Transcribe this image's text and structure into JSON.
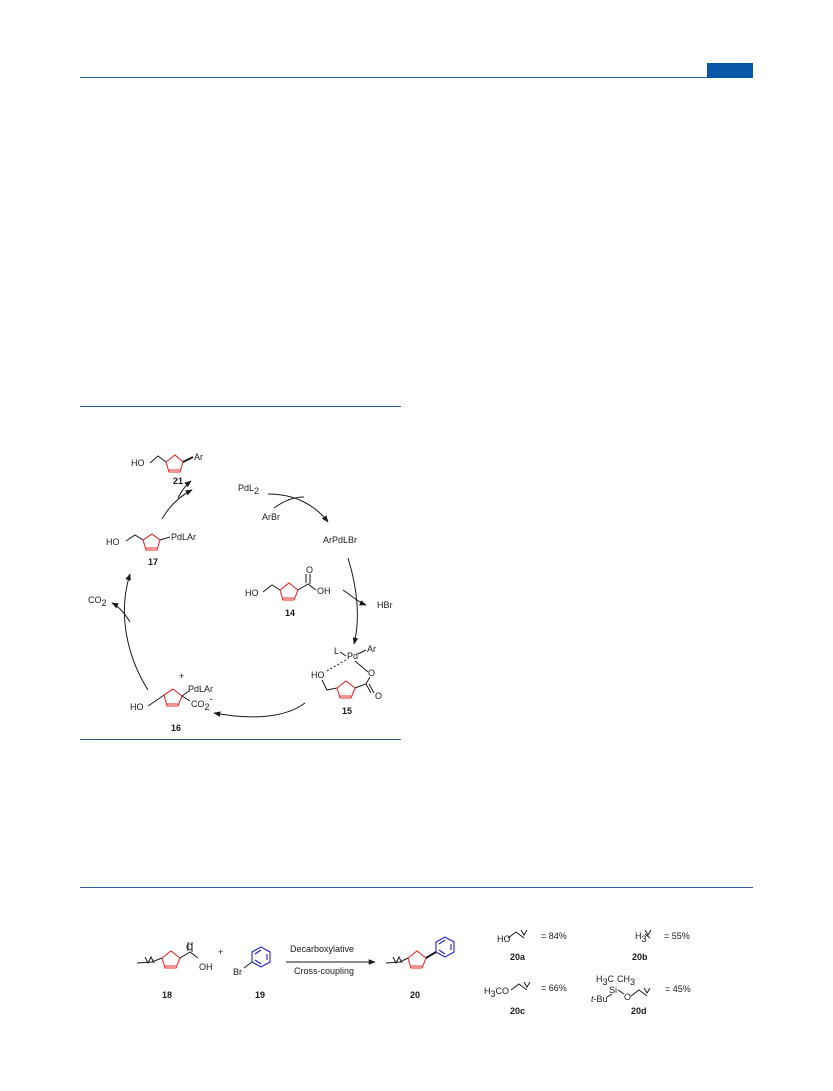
{
  "colors": {
    "header_rule": "#2d5d9a",
    "header_tab": "#0b57a8",
    "furan_ring": "#e8282c",
    "benzene_ring": "#2424c8"
  },
  "scheme1": {
    "cmpd21": {
      "label": "21",
      "ho": "HO",
      "ar": "Ar"
    },
    "pdl2": {
      "base": "PdL",
      "sub": "2"
    },
    "arbr": "ArBr",
    "arpdlbr": "ArPdLBr",
    "cmpd14": {
      "label": "14",
      "ho": "HO",
      "o": "O",
      "oh": "OH"
    },
    "hbr": "HBr",
    "cmpd15": {
      "label": "15",
      "l": "L",
      "pd": "Pd",
      "ar": "Ar",
      "ho": "HO",
      "o": "O",
      "o2": "O"
    },
    "cmpd16": {
      "label": "16",
      "ho": "HO",
      "plus": "+",
      "pdlar": "PdLAr",
      "co2": "CO",
      "co2_sub": "2",
      "co2_sup": "-"
    },
    "cmpd17": {
      "label": "17",
      "ho": "HO",
      "pdlar": "PdLAr"
    },
    "co2_out": {
      "base": "CO",
      "sub": "2"
    }
  },
  "scheme2": {
    "cmpd18": {
      "label": "18",
      "o": "O",
      "oh": "OH"
    },
    "plus": "+",
    "cmpd19": {
      "label": "19",
      "br": "Br"
    },
    "arrow_top": "Decarboxylative",
    "arrow_bottom": "Cross-coupling",
    "cmpd20": {
      "label": "20"
    },
    "r20a": {
      "label": "20a",
      "group": "HO",
      "yield": "= 84%"
    },
    "r20b": {
      "label": "20b",
      "group_base": "H",
      "group_sub": "3",
      "yield": "= 55%"
    },
    "r20c": {
      "label": "20c",
      "group_base": "H",
      "group_sub": "3",
      "group_tail": "CO",
      "yield": "= 66%"
    },
    "r20d": {
      "label": "20d",
      "h3c": "H",
      "h3c_sub": "3",
      "h3c_c": "C",
      "ch3": "CH",
      "ch3_sub": "3",
      "si": "Si",
      "tbu_t": "t",
      "tbu": "-Bu",
      "o": "O",
      "yield": "= 45%"
    }
  }
}
